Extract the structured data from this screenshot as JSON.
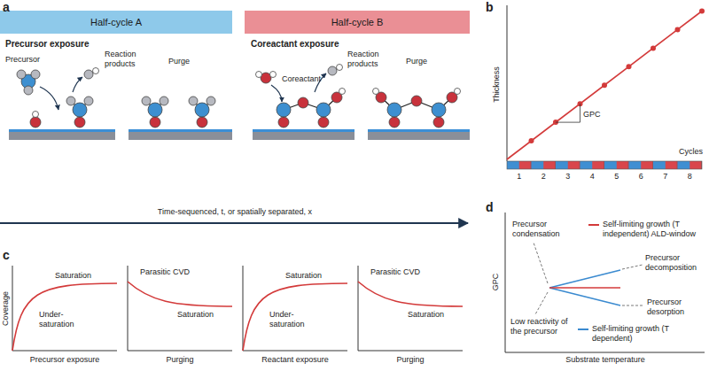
{
  "diagram": {
    "nodes": [
      {
        "text": [
          "Half-cycle A"
        ]
      },
      {
        "text": [
          "Half-cycle B"
        ]
      }
    ],
    "labels": [
      "a",
      "Precursor exposure",
      "Precursor",
      "Reaction products",
      "Purge",
      "Coreactant exposure",
      "Coreactant",
      "Reaction products",
      "Purge",
      "Time-sequenced, t, or spatially separated, x",
      "b",
      "Thickness",
      "GPC",
      "1",
      "2",
      "3",
      "4",
      "5",
      "6",
      "7",
      "8",
      "Cycles",
      "c",
      "Coverage",
      "Saturation",
      "Under-saturation",
      "Precursor exposure",
      "Parasitic CVD",
      "Saturation",
      "Purging",
      "Saturation",
      "Under-saturation",
      "Reactant exposure",
      "Parasitic CVD",
      "Saturation",
      "Purging",
      "d",
      "GPC",
      "Precursor condensation",
      "Precursor decomposition",
      "Low reactivity of the precursor",
      "Precursor desorption",
      "Substrate temperature"
    ],
    "legend": [
      {
        "text": "Self-limiting growth (T independent) ALD-window"
      },
      {
        "text": "Self-limiting growth (T dependent)"
      }
    ]
  }
}
